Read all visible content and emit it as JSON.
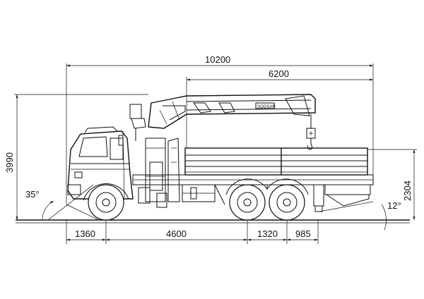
{
  "dimensions": {
    "overall_length": "10200",
    "crane_to_rear": "6200",
    "overall_height": "3990",
    "deck_height": "2304",
    "approach_angle": "35°",
    "departure_angle": "12°",
    "front_overhang": "1360",
    "wheelbase_front": "4600",
    "rear_axle_spacing": "1320",
    "rear_overhang": "985"
  },
  "crane_plate": "SOOSAN"
}
